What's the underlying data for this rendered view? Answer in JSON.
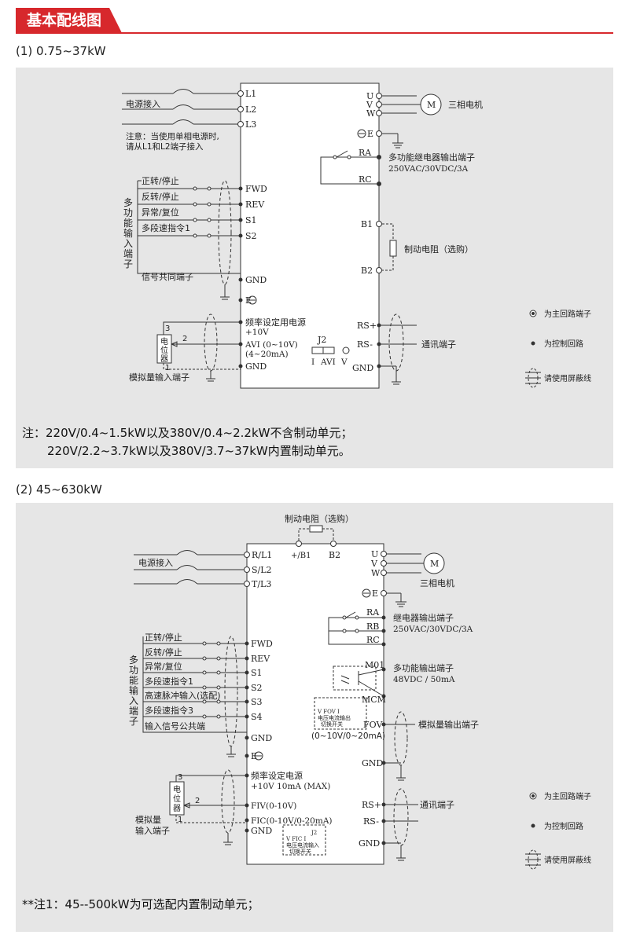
{
  "header": {
    "title": "基本配线图"
  },
  "section1": {
    "title": "(1) 0.75~37kW",
    "power_label": "电源接入",
    "power_terminals": [
      "L1",
      "L2",
      "L3"
    ],
    "single_phase_note": [
      "注意：当使用单相电源时,",
      "请从L1和L2端子接入"
    ],
    "motor_terminals": [
      "U",
      "V",
      "W"
    ],
    "motor_symbol": "M",
    "motor_label": "三相电机",
    "ground_terminal": "E",
    "relay_terminals": [
      "RA",
      "RC"
    ],
    "relay_label": [
      "多功能继电器输出端子",
      "250VAC/30VDC/3A"
    ],
    "brake_terminals": [
      "B1",
      "B2"
    ],
    "brake_label": "制动电阻（选购）",
    "input_group_label": "多功能输入端子",
    "input_labels": [
      "正转/停止",
      "反转/停止",
      "异常/复位",
      "多段速指令1"
    ],
    "input_terminals": [
      "FWD",
      "REV",
      "S1",
      "S2"
    ],
    "common_label": "信号共同端子",
    "gnd_terminal": "GND",
    "freq_supply": [
      "频率设定用电源",
      "+10V"
    ],
    "avi": [
      "AVI (0~10V)",
      "(4~20mA)"
    ],
    "pot_label": "电位器",
    "pot_pins": [
      "3",
      "2",
      "1"
    ],
    "analog_label": "模拟量输入端子",
    "j2": {
      "name": "J2",
      "options": [
        "I",
        "AVI",
        "V"
      ]
    },
    "comm_terminals": [
      "RS+",
      "RS-",
      "GND"
    ],
    "comm_label": "通讯端子",
    "legend": [
      "为主回路端子",
      "为控制回路",
      "请使用屏蔽线"
    ],
    "note_lines": [
      "注：220V/0.4~1.5kW以及380V/0.4~2.2kW不含制动单元；",
      "220V/2.2~3.7kW以及380V/3.7~37kW内置制动单元。"
    ]
  },
  "section2": {
    "title": "(2) 45~630kW",
    "brake_label": "制动电阻（选购）",
    "brake_terminals": [
      "+/B1",
      "B2"
    ],
    "power_label": "电源接入",
    "power_terminals": [
      "R/L1",
      "S/L2",
      "T/L3"
    ],
    "motor_terminals": [
      "U",
      "V",
      "W"
    ],
    "motor_symbol": "M",
    "motor_label": "三相电机",
    "ground_terminal": "E",
    "relay_terminals": [
      "RA",
      "RB",
      "RC"
    ],
    "relay_label": [
      "继电器输出端子",
      "250VAC/30VDC/3A"
    ],
    "mo_terminals": [
      "M01",
      "MCM"
    ],
    "mo_label": [
      "多功能输出端子",
      "48VDC / 50mA"
    ],
    "fov_switch": [
      "V FOV I",
      "电压电流输出",
      "切换开关"
    ],
    "fov_terminal": "FOV",
    "fov_range": "(0~10V/0~20mA)",
    "analog_out_label": "模拟量输出端子",
    "input_group_label": "多功能输入端子",
    "input_labels": [
      "正转/停止",
      "反转/停止",
      "异常/复位",
      "多段速指令1",
      "高速脉冲输入(选配)",
      "多段速指令3",
      "输入信号公共端"
    ],
    "input_terminals": [
      "FWD",
      "REV",
      "S1",
      "S2",
      "S3",
      "S4",
      "GND"
    ],
    "freq_supply": [
      "频率设定电源",
      "+10V  10mA (MAX)"
    ],
    "fiv": "FIV(0-10V)",
    "fic": "FIC(0-10V/0-20mA)",
    "gnd_terminal": "GND",
    "pot_label": "电位器",
    "pot_pins": [
      "3",
      "2",
      "1"
    ],
    "analog_label": [
      "模拟量",
      "输入端子"
    ],
    "fic_switch": [
      "V FIC I",
      "电压电流输入",
      "切换开关"
    ],
    "j_label": "J2",
    "comm_terminals": [
      "RS+",
      "RS-",
      "GND"
    ],
    "comm_label": "通讯端子",
    "legend": [
      "为主回路端子",
      "为控制回路",
      "请使用屏蔽线"
    ],
    "note": "**注1：45--500kW为可选配内置制动单元；"
  }
}
